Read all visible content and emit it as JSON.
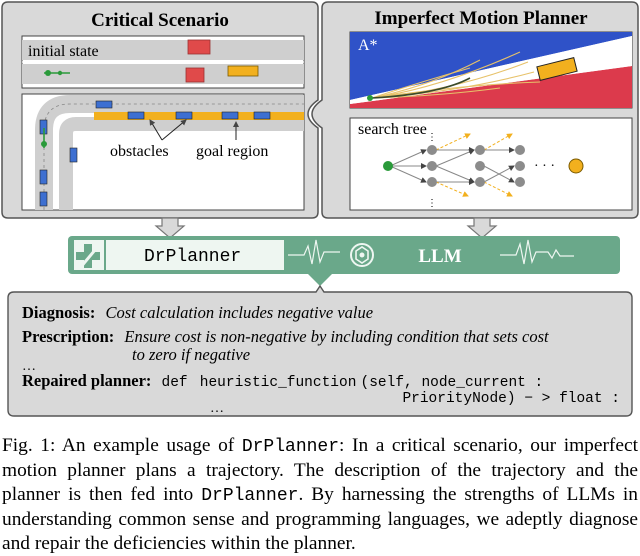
{
  "panels": {
    "critical": {
      "title": "Critical Scenario",
      "initial_state": "initial state",
      "obstacles": "obstacles",
      "goal_region": "goal region"
    },
    "planner": {
      "title": "Imperfect Motion Planner",
      "astar": "A*",
      "search_tree": "search tree",
      "ellipsis": "· · ·"
    }
  },
  "banner": {
    "drplanner": "DrPlanner",
    "llm": "LLM"
  },
  "output": {
    "diagnosis_label": "Diagnosis:",
    "diagnosis_text": "Cost calculation includes negative value",
    "prescription_label": "Prescription:",
    "prescription_line1": "Ensure cost is non-negative by including condition that sets cost",
    "prescription_line2": "to zero if negative",
    "ellipsis1": "…",
    "repaired_label": "Repaired planner:",
    "code_def": "def",
    "code_fn": "heuristic_function",
    "code_args": "(self, node_current :",
    "code_line2": "PriorityNode) − > float :",
    "ellipsis2": "…"
  },
  "caption": {
    "p1": "Fig. 1: An example usage of ",
    "m1": "DrPlanner",
    "p2": ": In a critical scenario, our imperfect motion planner plans a trajectory. The description of the trajectory and the planner is then fed into ",
    "m2": "DrPlanner",
    "p3": ". By harnessing the strengths of LLMs in understanding common sense and programming languages, we adeptly diagnose and repair the deficiencies within the planner."
  },
  "colors": {
    "panel_fill": "#d9d9d9",
    "banner_green": "#6aa88a",
    "banner_light": "#eef6f1",
    "road": "#cfcfcf",
    "goal": "#f2b01e",
    "obstacle_red": "#e04a4a",
    "blue_region": "#2f52c8",
    "red_region": "#dc3a4c"
  }
}
